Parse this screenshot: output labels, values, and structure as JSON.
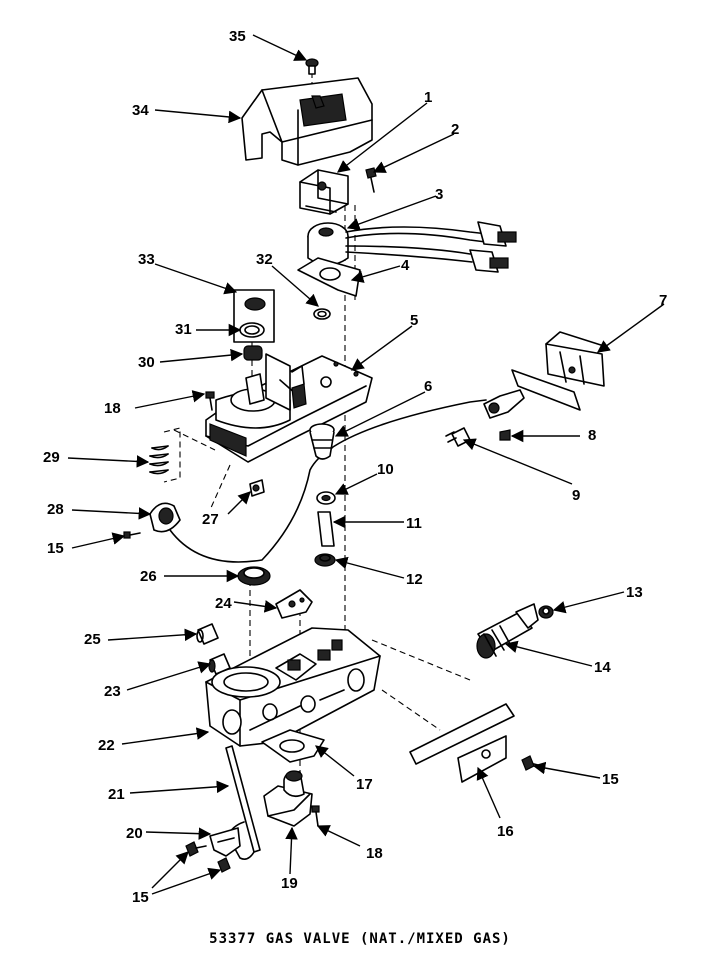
{
  "caption": "53377 GAS VALVE (NAT./MIXED GAS)",
  "callouts": [
    "1",
    "2",
    "3",
    "4",
    "5",
    "6",
    "7",
    "8",
    "9",
    "10",
    "11",
    "12",
    "13",
    "14",
    "15",
    "16",
    "17",
    "18",
    "19",
    "20",
    "21",
    "22",
    "23",
    "24",
    "25",
    "26",
    "27",
    "28",
    "29",
    "30",
    "31",
    "32",
    "33",
    "34",
    "35"
  ],
  "extra_callouts": {
    "c15": "15",
    "c18": "18"
  },
  "icons": [
    "arrowhead-icon"
  ]
}
